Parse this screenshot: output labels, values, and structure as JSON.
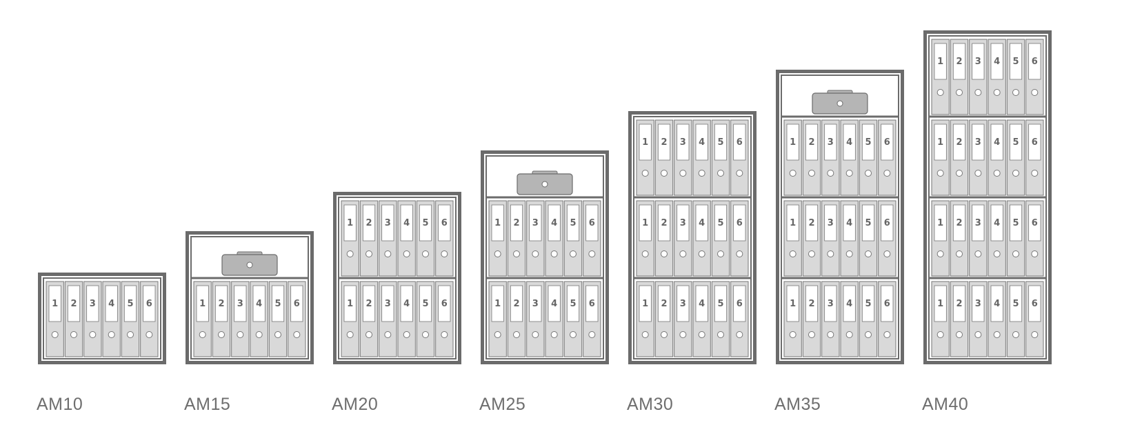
{
  "colors": {
    "frame": "#6b6b6b",
    "panel": "#ffffff",
    "binder": "#d9d9d9",
    "binder_edge": "#777777",
    "label_box": "#ffffff",
    "cash_box": "#b5b5b5",
    "text": "#6e6e6e"
  },
  "binder_numbers": [
    "1",
    "2",
    "3",
    "4",
    "5",
    "6"
  ],
  "safes": [
    {
      "model": "AM10",
      "binder_shelves": 1,
      "cash_box": false
    },
    {
      "model": "AM15",
      "binder_shelves": 1,
      "cash_box": true
    },
    {
      "model": "AM20",
      "binder_shelves": 2,
      "cash_box": false
    },
    {
      "model": "AM25",
      "binder_shelves": 2,
      "cash_box": true
    },
    {
      "model": "AM30",
      "binder_shelves": 3,
      "cash_box": false
    },
    {
      "model": "AM35",
      "binder_shelves": 3,
      "cash_box": true
    },
    {
      "model": "AM40",
      "binder_shelves": 4,
      "cash_box": false
    }
  ]
}
